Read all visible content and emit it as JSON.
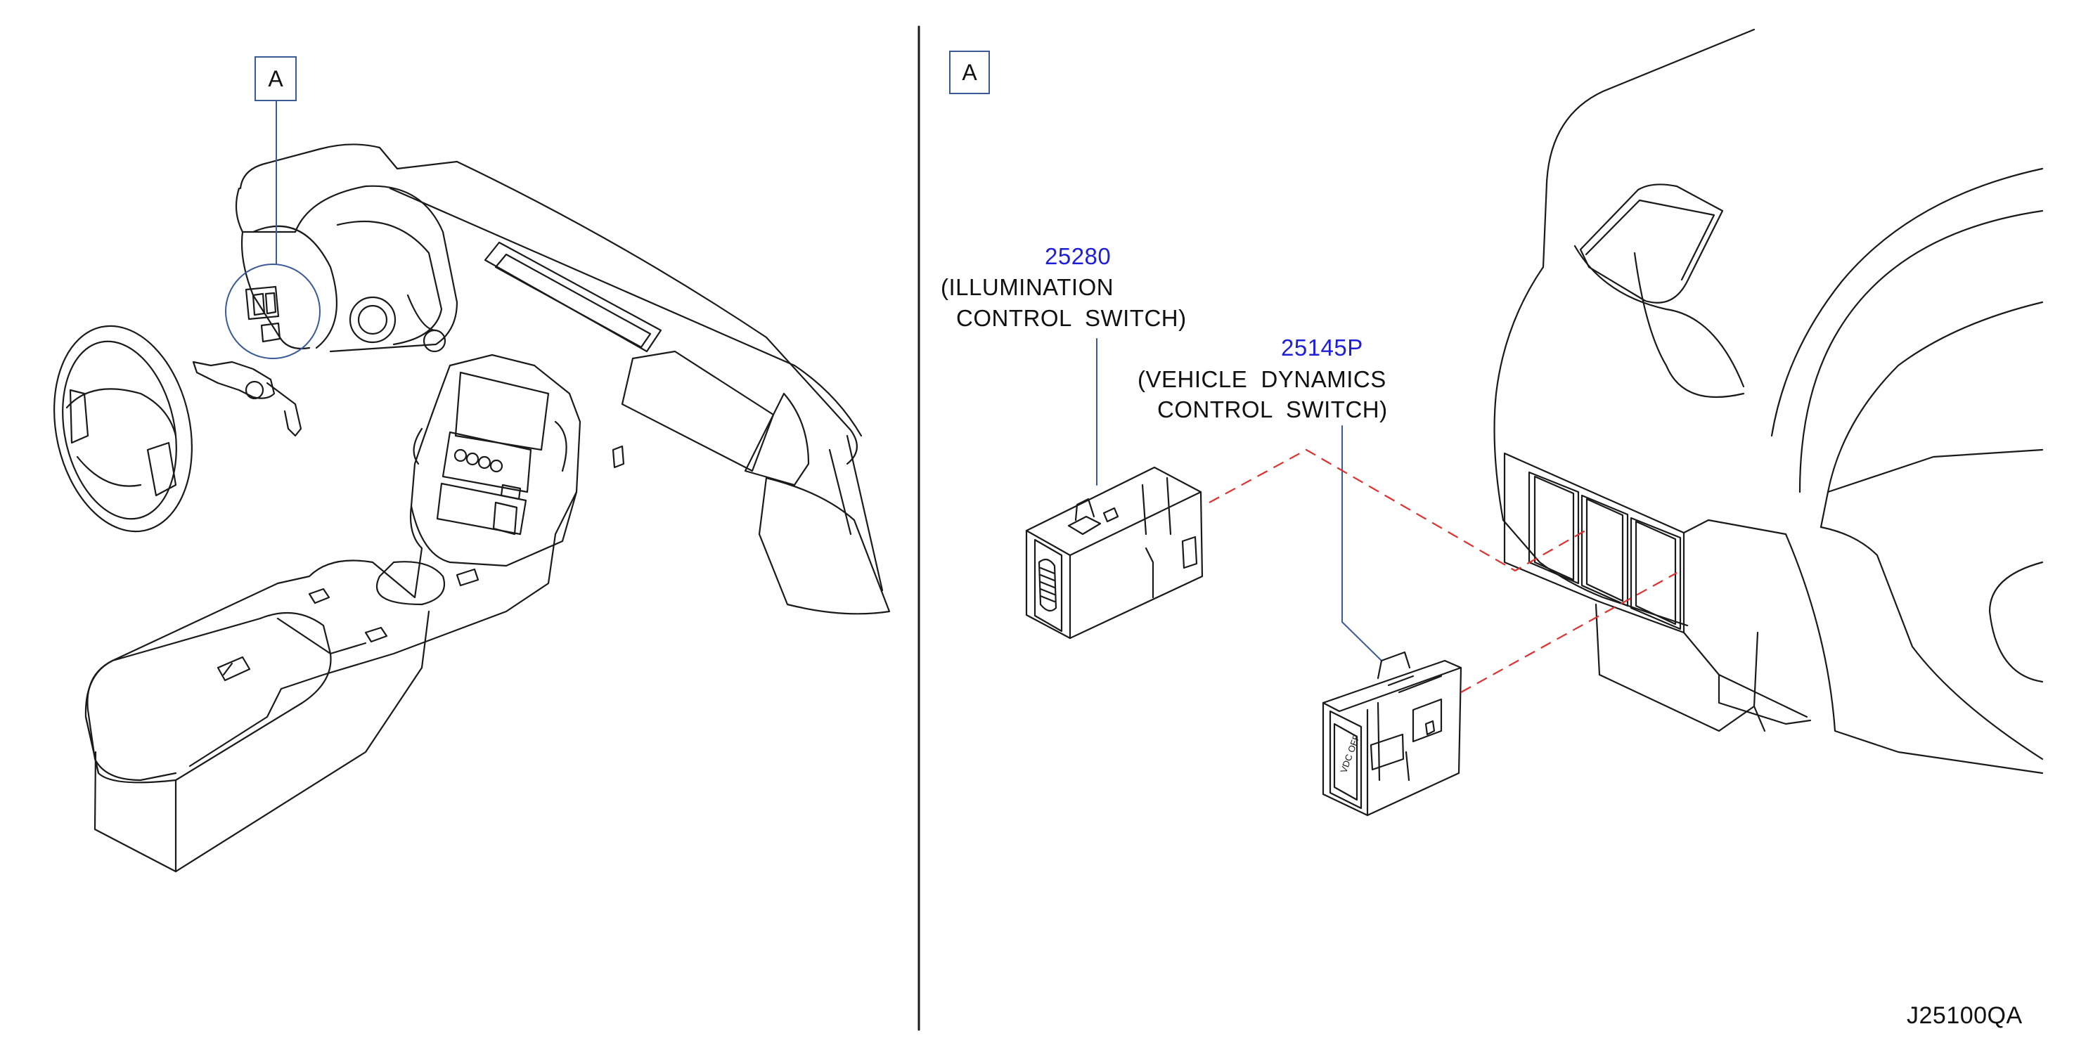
{
  "detail_marker_left": "A",
  "detail_marker_right": "A",
  "parts": [
    {
      "number": "25280",
      "name_line1": "(ILLUMINATION",
      "name_line2": "CONTROL  SWITCH)"
    },
    {
      "number": "25145P",
      "name_line1": "(VEHICLE  DYNAMICS",
      "name_line2": "CONTROL  SWITCH)"
    }
  ],
  "switch_legend": "VDC OFF",
  "diagram_code": "J25100QA",
  "colors": {
    "line": "#1a1a1a",
    "leader": "#3a5a9a",
    "part_number": "#1f1fd6",
    "dashed_link": "#e03030"
  }
}
